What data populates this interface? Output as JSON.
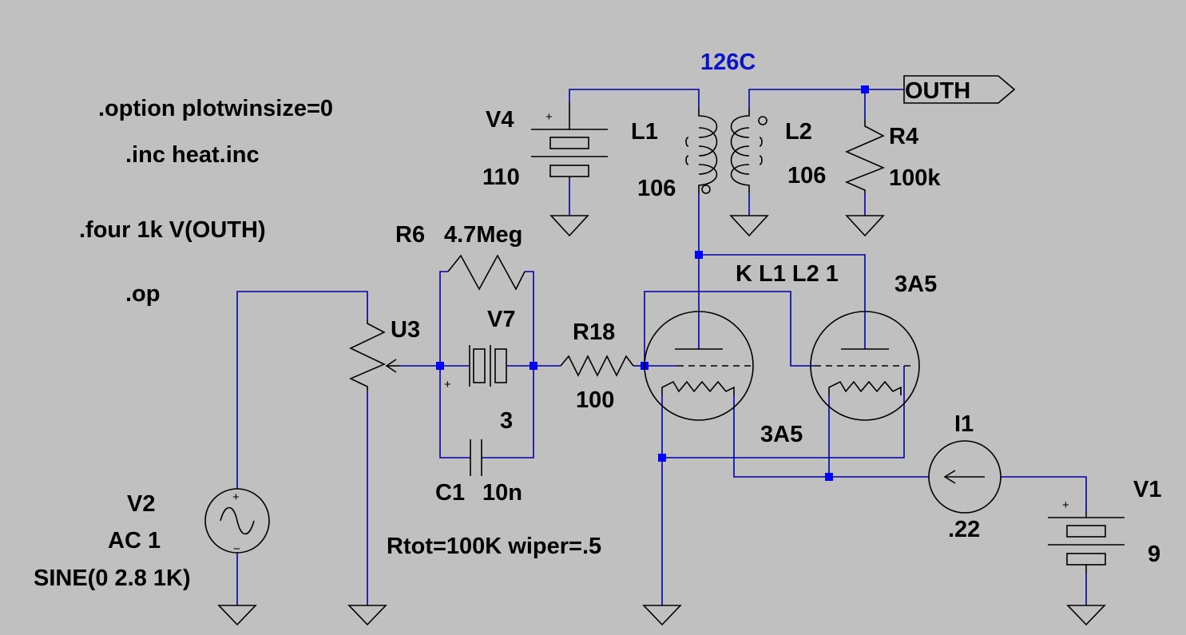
{
  "directives": {
    "option": ".option plotwinsize=0",
    "inc": ".inc heat.inc",
    "four": ".four 1k V(OUTH)",
    "op": ".op"
  },
  "components": {
    "transformer": {
      "name": "126C",
      "coupling": "K L1 L2 1"
    },
    "L1": {
      "name": "L1",
      "value": "106"
    },
    "L2": {
      "name": "L2",
      "value": "106"
    },
    "V4": {
      "name": "V4",
      "value": "110"
    },
    "R4": {
      "name": "R4",
      "value": "100k"
    },
    "R6": {
      "name": "R6",
      "value": "4.7Meg"
    },
    "R18": {
      "name": "R18",
      "value": "100"
    },
    "V7": {
      "name": "V7",
      "value": "3"
    },
    "U3": {
      "name": "U3",
      "params": "Rtot=100K wiper=.5"
    },
    "C1": {
      "name": "C1",
      "value": "10n"
    },
    "tube_upper": {
      "name": "3A5"
    },
    "tube_lower": {
      "name": "3A5"
    },
    "I1": {
      "name": "I1",
      "value": ".22"
    },
    "V1": {
      "name": "V1",
      "value": "9"
    },
    "V2": {
      "name": "V2",
      "ac": "AC 1",
      "sine": "SINE(0 2.8 1K)"
    }
  },
  "net_labels": {
    "outh": "OUTH"
  },
  "symbols": {
    "plus": "+",
    "minus": "−"
  },
  "colors": {
    "background": "#c0c0c0",
    "wire": "#0000a8",
    "junction": "#0000ff",
    "label_blue": "#0a14c8"
  }
}
